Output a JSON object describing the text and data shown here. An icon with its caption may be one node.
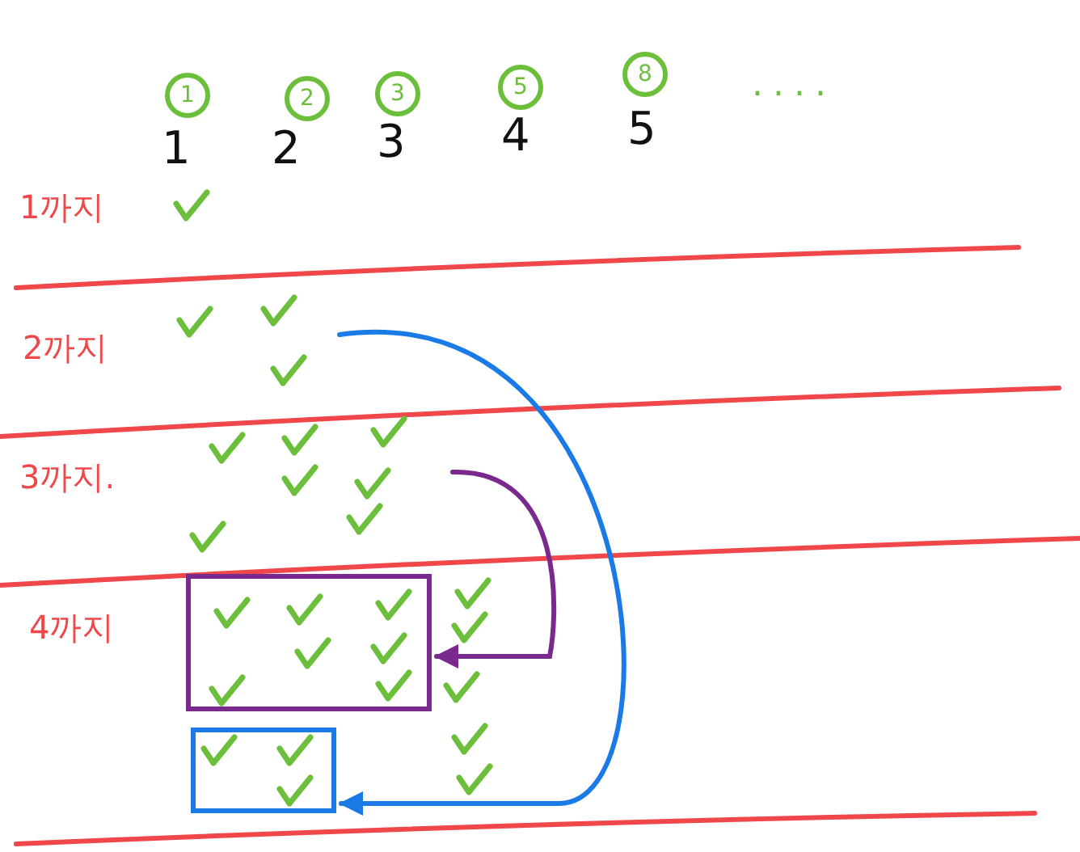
{
  "diagram": {
    "nodes": [
      {
        "text": [],
        "shape": "box"
      },
      {
        "text": [],
        "shape": "box"
      }
    ],
    "edges": [
      {
        "from": null,
        "to": 0,
        "arrow": "to",
        "color": "#7a2a8c"
      },
      {
        "from": null,
        "to": 1,
        "arrow": "to",
        "color": "#1a7be6"
      }
    ],
    "labels": [
      "1",
      "2",
      "3",
      "5",
      "8",
      "....",
      "1",
      "2",
      "3",
      "4",
      "5",
      "1까지",
      "2까지",
      "3까지.",
      "4까지"
    ]
  }
}
